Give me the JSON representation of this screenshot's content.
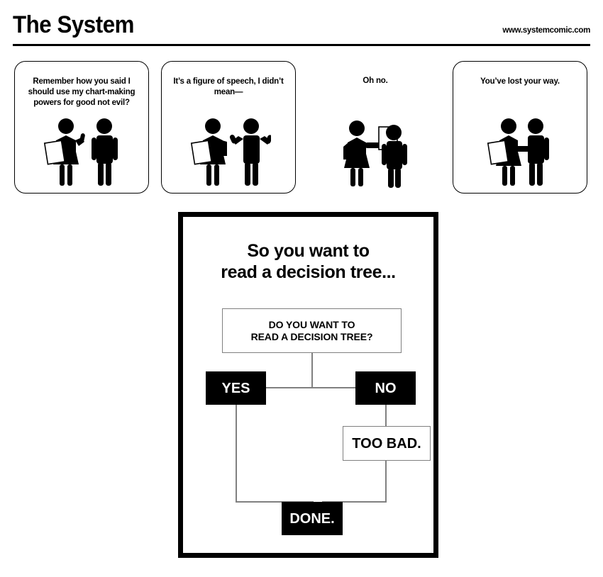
{
  "header": {
    "title": "The System",
    "url": "www.systemcomic.com"
  },
  "panels": [
    {
      "name": "panel-1",
      "caption": "Remember how you said I should use my chart-making powers for good not evil?",
      "bordered": true,
      "scene": "woman-holding-chart-and-man-standing"
    },
    {
      "name": "panel-2",
      "caption": "It’s a figure of speech, I didn’t mean—",
      "bordered": true,
      "scene": "woman-holding-chart-and-man-shrugging"
    },
    {
      "name": "panel-3",
      "caption": "Oh no.",
      "bordered": false,
      "scene": "woman-showing-chart-to-man"
    },
    {
      "name": "panel-4",
      "caption": "You’ve lost your way.",
      "bordered": true,
      "scene": "woman-and-man-standing-together"
    }
  ],
  "chart_panel": {
    "title_line_1": "So you want to",
    "title_line_2": "read a decision tree...",
    "nodes": {
      "question_line_1": "DO YOU WANT TO",
      "question_line_2": "READ A DECISION TREE?",
      "yes": "YES",
      "no": "NO",
      "too_bad": "TOO BAD.",
      "done": "DONE."
    }
  },
  "chart_data": {
    "type": "diagram",
    "title": "So you want to read a decision tree...",
    "nodes": [
      {
        "id": "question",
        "label": "DO YOU WANT TO READ A DECISION TREE?",
        "style": "white-box-gray-border"
      },
      {
        "id": "yes",
        "label": "YES",
        "style": "black-box-white-text"
      },
      {
        "id": "no",
        "label": "NO",
        "style": "black-box-white-text"
      },
      {
        "id": "too_bad",
        "label": "TOO BAD.",
        "style": "white-box-gray-border"
      },
      {
        "id": "done",
        "label": "DONE.",
        "style": "black-box-white-text"
      }
    ],
    "edges": [
      {
        "from": "question",
        "to": "yes"
      },
      {
        "from": "question",
        "to": "no"
      },
      {
        "from": "yes",
        "to": "done"
      },
      {
        "from": "no",
        "to": "too_bad"
      },
      {
        "from": "too_bad",
        "to": "done"
      }
    ]
  },
  "colors": {
    "ink": "#000000",
    "paper": "#ffffff",
    "edge_gray": "#808080",
    "panel_border": "#000000"
  }
}
